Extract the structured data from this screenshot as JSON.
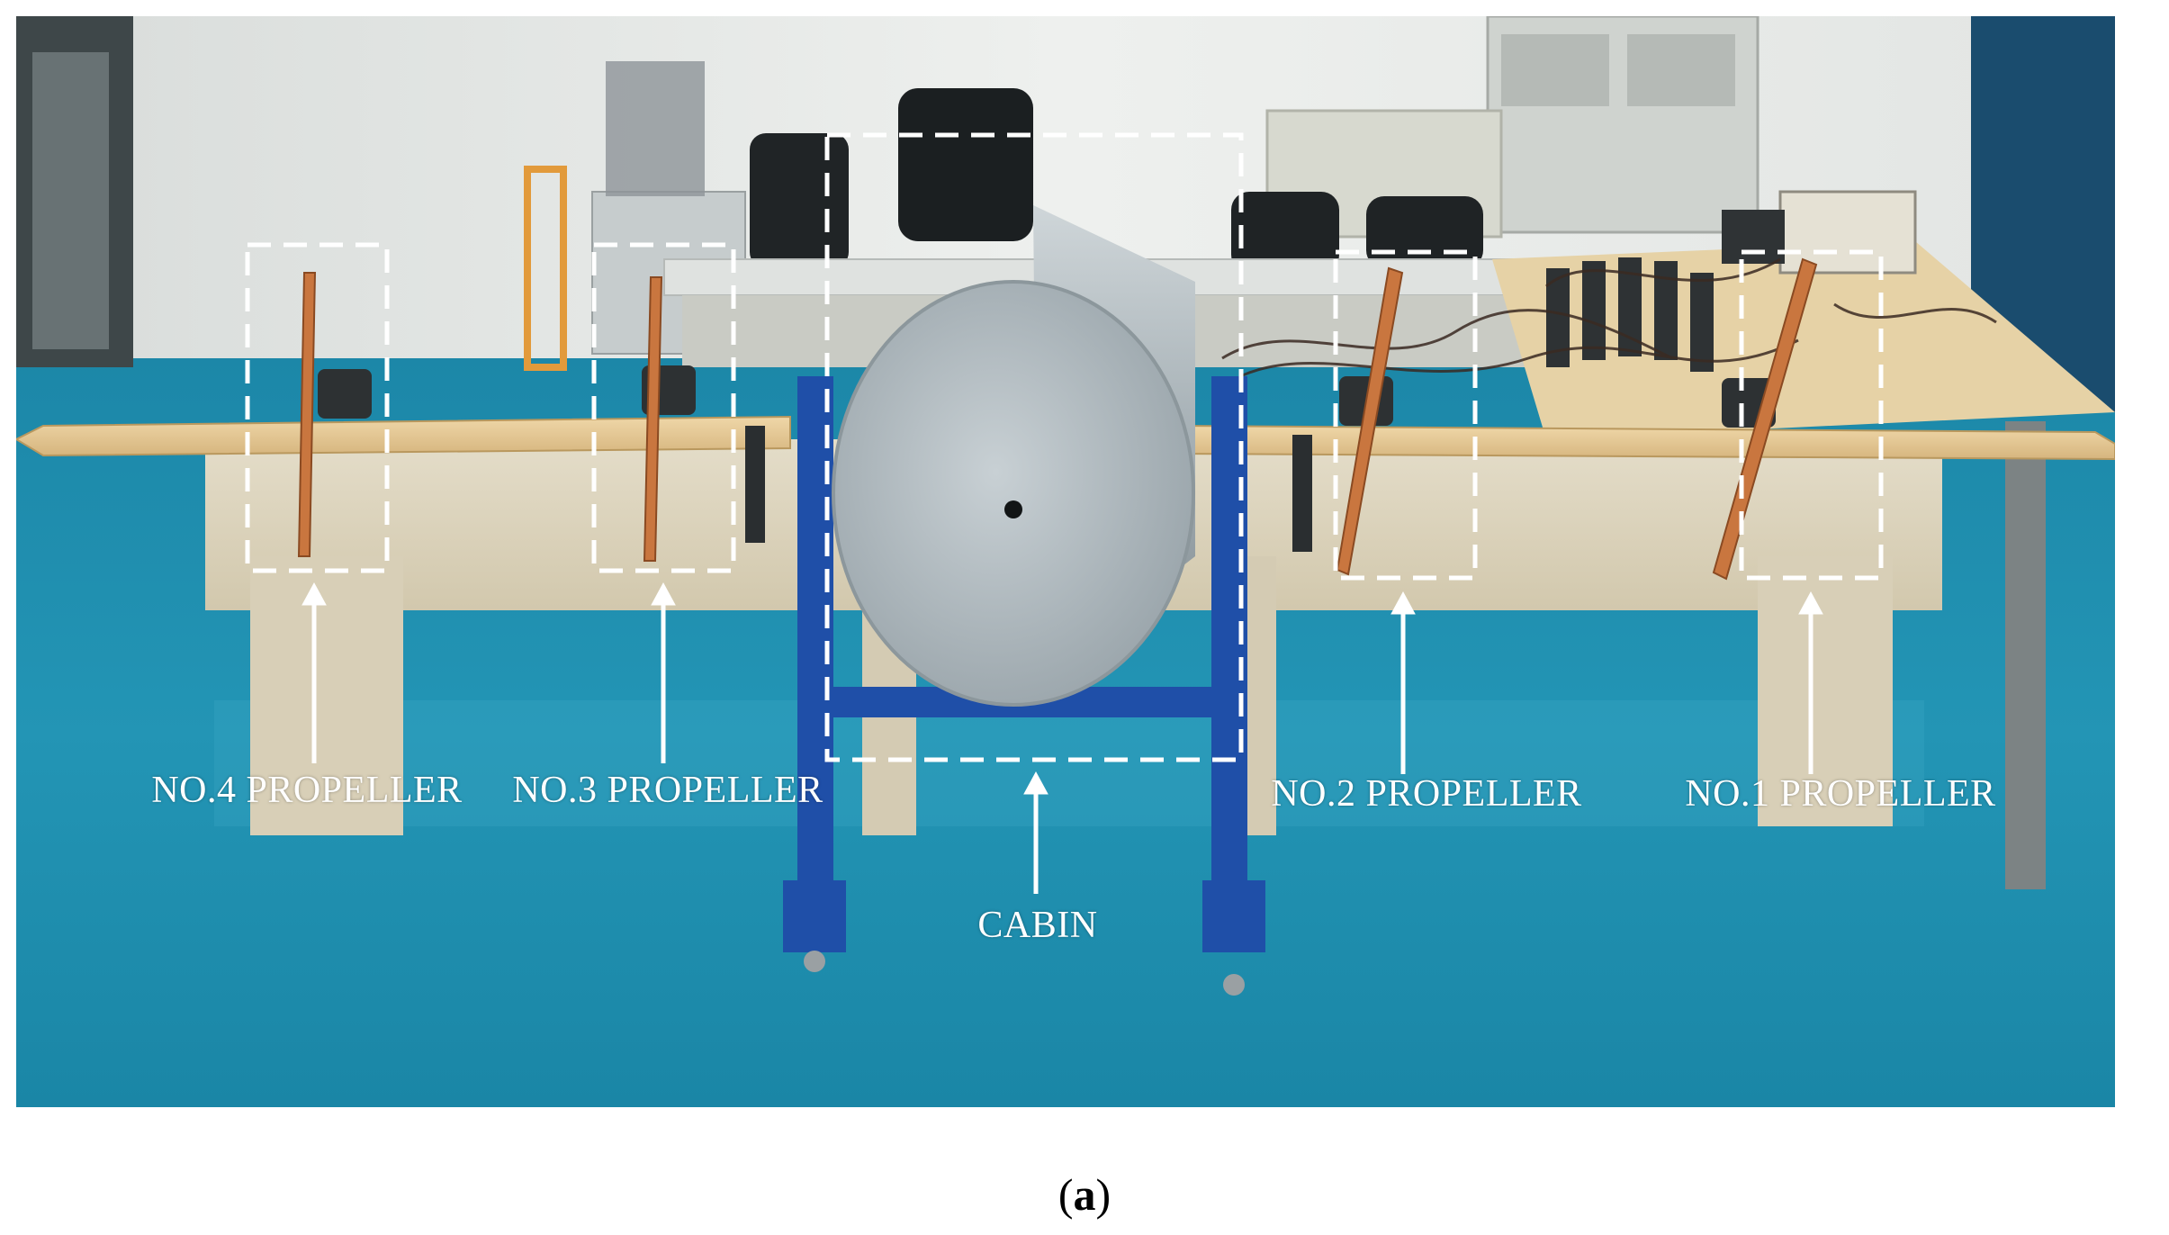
{
  "labels": {
    "prop4": "NO.4 PROPELLER",
    "prop3": "NO.3 PROPELLER",
    "prop2": "NO.2 PROPELLER",
    "prop1": "NO.1 PROPELLER",
    "cabin": "CABIN"
  },
  "caption": {
    "open": "(",
    "letter": "a",
    "close": ")"
  },
  "colors": {
    "floor": "#1f8fb0",
    "wall": "#e9ecea",
    "board": "#e6c996",
    "frame": "#1f4fa8",
    "cylinder": "#b9c2c6",
    "propeller": "#c9763f",
    "annotation": "#ffffff",
    "side_panel": "#1a4c6e"
  },
  "icons": {
    "arrow": "up-arrow-icon",
    "box": "dashed-highlight-box"
  }
}
